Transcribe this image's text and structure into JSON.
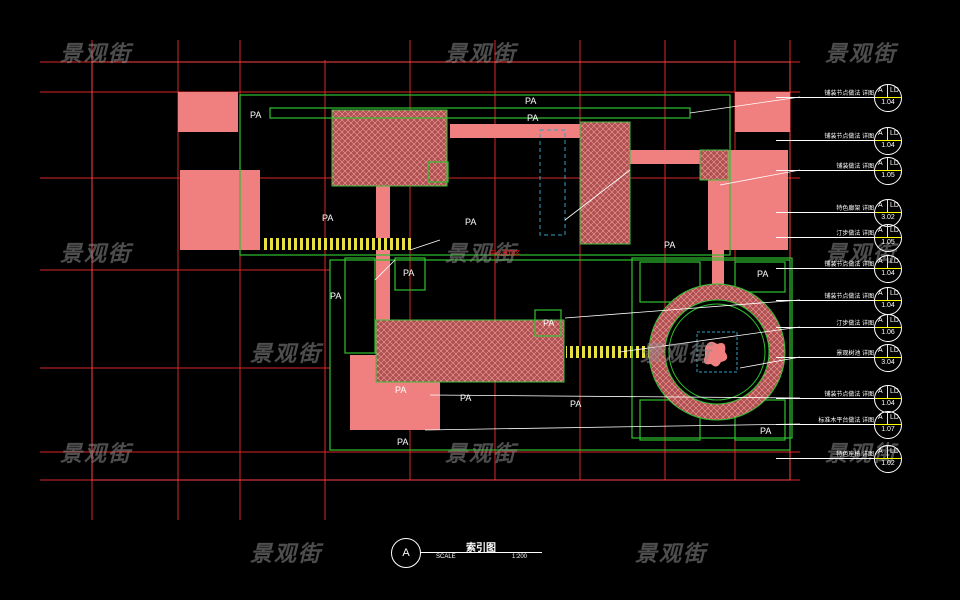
{
  "watermark": "景观街",
  "title": {
    "bubble": "A",
    "name": "索引图",
    "scale_label": "SCALE",
    "scale_value": "1:200"
  },
  "red_note": "中心景观区",
  "pa_labels": [
    "PA",
    "PA",
    "PA",
    "PA",
    "PA",
    "PA",
    "PA",
    "PA",
    "PA",
    "PA",
    "PA",
    "PA",
    "PA",
    "PA",
    "PA"
  ],
  "callouts": [
    {
      "label": "铺装节点做法 详图",
      "sheet": "A",
      "code": "LD",
      "number": "1.04"
    },
    {
      "label": "铺装节点做法 详图",
      "sheet": "A",
      "code": "LD",
      "number": "1.04"
    },
    {
      "label": "铺装做法 详图",
      "sheet": "A",
      "code": "LD",
      "number": "1.05"
    },
    {
      "label": "特色廊架 详图",
      "sheet": "A",
      "code": "LD",
      "number": "3.02"
    },
    {
      "label": "汀步做法 详图",
      "sheet": "A",
      "code": "LD",
      "number": "1.05"
    },
    {
      "label": "铺装节点做法 详图",
      "sheet": "A",
      "code": "LD",
      "number": "1.04"
    },
    {
      "label": "铺装节点做法 详图",
      "sheet": "A",
      "code": "LD",
      "number": "1.04"
    },
    {
      "label": "汀步做法 详图",
      "sheet": "A",
      "code": "LD",
      "number": "1.06"
    },
    {
      "label": "景观树池 详图",
      "sheet": "A",
      "code": "LD",
      "number": "3.04"
    },
    {
      "label": "铺装节点做法 详图",
      "sheet": "A",
      "code": "LD",
      "number": "1.04"
    },
    {
      "label": "标准木平台做法 详图",
      "sheet": "A",
      "code": "LD",
      "number": "1.07"
    },
    {
      "label": "特色座椅 详图",
      "sheet": "A",
      "code": "LD",
      "number": "1.02"
    }
  ],
  "colors": {
    "grid": "#ff3030",
    "paving": "#f08080",
    "planting": "#30c030",
    "text": "#ffffff",
    "deck": "#ffff40"
  }
}
